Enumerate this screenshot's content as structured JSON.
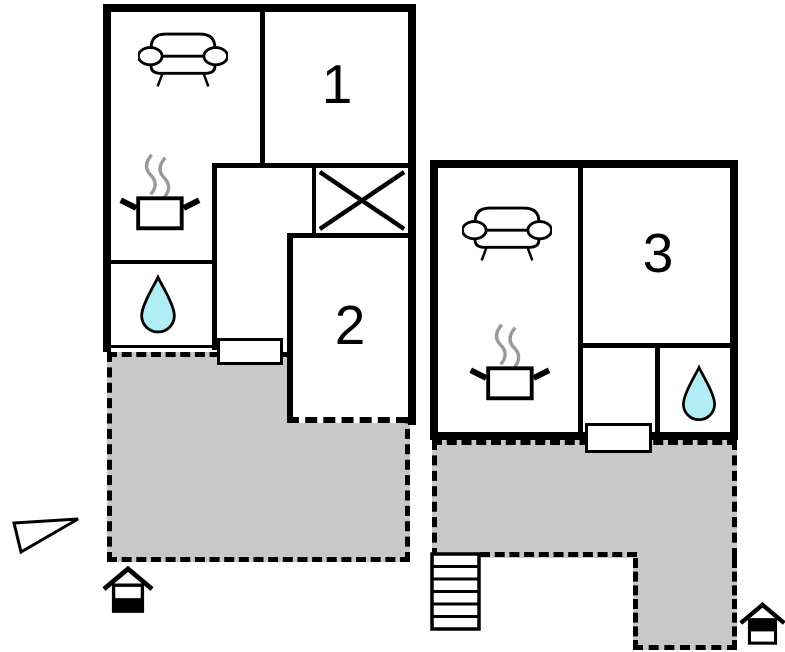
{
  "colors": {
    "wall": "#000000",
    "terrace_fill": "#c8c8c8",
    "water_drop_fill": "#b0edf4",
    "steam": "#999999"
  },
  "left_plan": {
    "rooms": [
      {
        "label": "1"
      },
      {
        "label": "2"
      }
    ],
    "icons": [
      "sofa-icon",
      "cooking-pot-icon",
      "water-drop-icon",
      "window",
      "crossed-box-icon",
      "terrace",
      "house-level-ground-icon",
      "north-arrow-icon"
    ]
  },
  "right_plan": {
    "rooms": [
      {
        "label": "3"
      }
    ],
    "icons": [
      "sofa-icon",
      "cooking-pot-icon",
      "water-drop-icon",
      "window",
      "terrace",
      "stairs-icon",
      "house-level-upper-icon"
    ]
  }
}
